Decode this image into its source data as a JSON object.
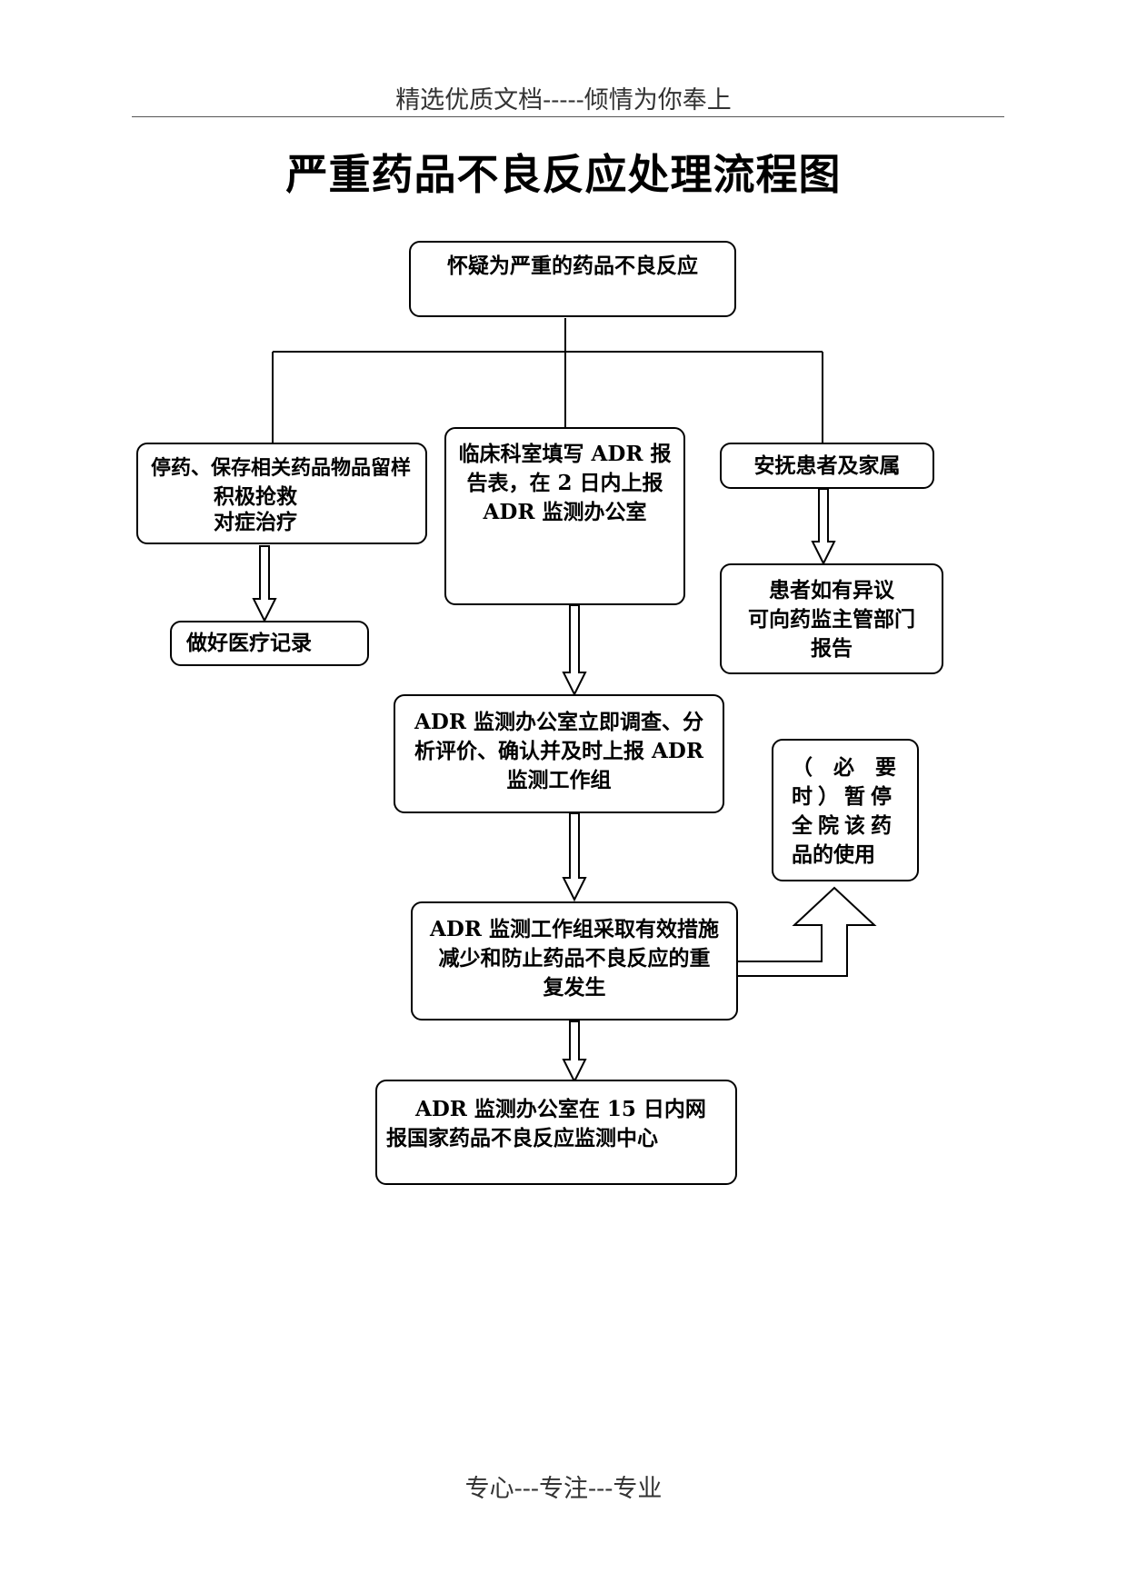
{
  "header": "精选优质文档-----倾情为你奉上",
  "title": "严重药品不良反应处理流程图",
  "footer": "专心---专注---专业",
  "nodes": {
    "suspect": [
      "怀疑为严重的药品不良反应"
    ],
    "stop_drug": [
      "停药、保存相关药品物品留样",
      "积极抢救",
      "对症治疗"
    ],
    "record": [
      "做好医疗记录"
    ],
    "report_form": [
      "临床科室填写 ADR 报",
      "告表，在 2 日内上报",
      "ADR 监测办公室"
    ],
    "comfort": [
      "安抚患者及家属"
    ],
    "objection": [
      "患者如有异议",
      "可向药监主管部门",
      "报告"
    ],
    "investigate": [
      "ADR 监测办公室立即调查、分",
      "析评价、确认并及时上报 ADR",
      "监测工作组"
    ],
    "suspend": [
      "（　必　要",
      "时）暂停",
      "全院该药",
      "品的使用"
    ],
    "measures": [
      "ADR 监测工作组采取有效措施",
      "减少和防止药品不良反应的重",
      "复发生"
    ],
    "national": [
      "ADR 监测办公室在 15 日内网",
      "报国家药品不良反应监测中心"
    ]
  }
}
